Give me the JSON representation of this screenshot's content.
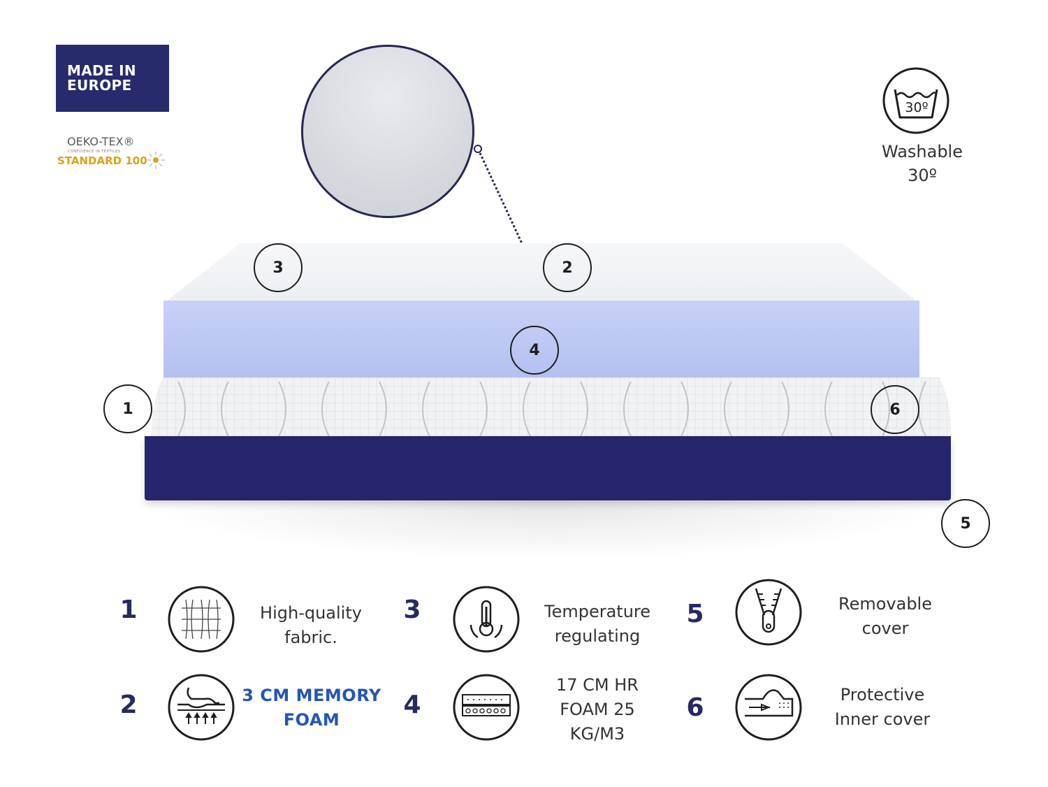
{
  "badges": {
    "made_in_europe": "MADE IN EUROPE",
    "made_line1": "MADE IN",
    "made_line2": "EUROPE",
    "oeko_brand": "OEKO-TEX®",
    "oeko_tagline": "CONFIDENCE IN TEXTILES",
    "oeko_standard": "STANDARD 100"
  },
  "washable": {
    "temperature_icon_text": "30º",
    "label_line1": "Washable",
    "label_line2": "30º"
  },
  "markers": {
    "m1": "1",
    "m2": "2",
    "m3": "3",
    "m4": "4",
    "m5": "5",
    "m6": "6"
  },
  "legend": [
    {
      "number": "1",
      "icon": "fabric-icon",
      "text_lines": [
        "High-quality",
        "fabric."
      ]
    },
    {
      "number": "2",
      "icon": "memory-foam-icon",
      "text_lines": [
        "3 CM MEMORY",
        "FOAM"
      ]
    },
    {
      "number": "3",
      "icon": "thermometer-icon",
      "text_lines": [
        "Temperature",
        "regulating"
      ]
    },
    {
      "number": "4",
      "icon": "foam-layers-icon",
      "text_lines": [
        "17 CM HR",
        "FOAM 25",
        "KG/M3"
      ]
    },
    {
      "number": "5",
      "icon": "zipper-icon",
      "text_lines": [
        "Removable",
        "cover"
      ]
    },
    {
      "number": "6",
      "icon": "inner-cover-icon",
      "text_lines": [
        "Protective",
        "Inner cover"
      ]
    }
  ],
  "colors": {
    "navy": "#272b6b",
    "memory_foam_blue": "#b8c4f2",
    "base_navy": "#27246e",
    "highlight_text": "#2456b8",
    "oeko_gold": "#d9a21a"
  }
}
